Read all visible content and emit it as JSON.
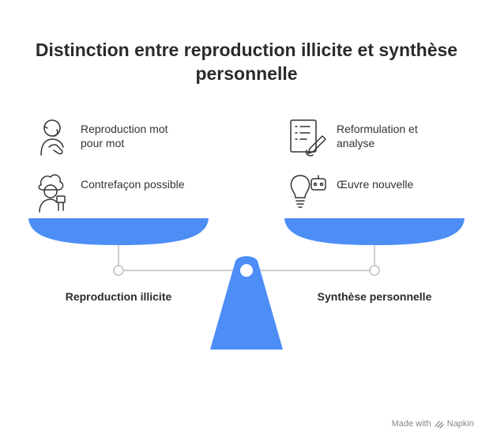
{
  "title": {
    "line1": "Distinction entre reproduction illicite et synthèse",
    "line2": "personnelle"
  },
  "left": {
    "label": "Reproduction illicite",
    "items": [
      {
        "icon": "person-copying-icon",
        "line1": "Reproduction mot",
        "line2": "pour mot"
      },
      {
        "icon": "counterfeit-person-icon",
        "line1": "Contrefaçon possible",
        "line2": ""
      }
    ]
  },
  "right": {
    "label": "Synthèse personnelle",
    "items": [
      {
        "icon": "checklist-pen-icon",
        "line1": "Reformulation et",
        "line2": "analyse"
      },
      {
        "icon": "lightbulb-robot-icon",
        "line1": "Œuvre nouvelle",
        "line2": ""
      }
    ]
  },
  "footer": {
    "made_with": "Made with",
    "brand": "Napkin"
  },
  "colors": {
    "accent": "#4C8DF6",
    "line": "#bfbfbf",
    "text": "#2b2b2b"
  }
}
